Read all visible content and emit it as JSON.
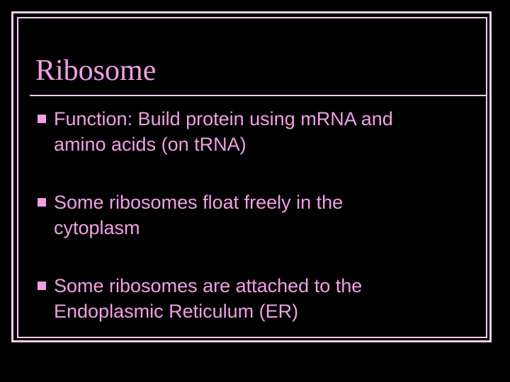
{
  "slide": {
    "title": "Ribosome",
    "bullets": [
      {
        "text": "Function: Build protein using mRNA and amino acids (on tRNA)",
        "line1": "Function: Build protein using m​RNA and",
        "line2": "amino acids (on t​RNA)"
      },
      {
        "text": "Some ribosomes float freely in the cytoplasm",
        "line1": "Some ribosomes float freely in the",
        "line2": "cytoplasm"
      },
      {
        "text": "Some ribosomes are attached to the Endoplasmic Reticulum (ER)",
        "line1": "Some ribosomes are attached to the",
        "line2": "Endoplasmic Reticulum (ER)"
      }
    ]
  },
  "colors": {
    "background": "#000000",
    "text": "#f0a0e4",
    "border": "#f1cdf1"
  },
  "icons": {
    "bullet": "square-bullet-icon"
  }
}
